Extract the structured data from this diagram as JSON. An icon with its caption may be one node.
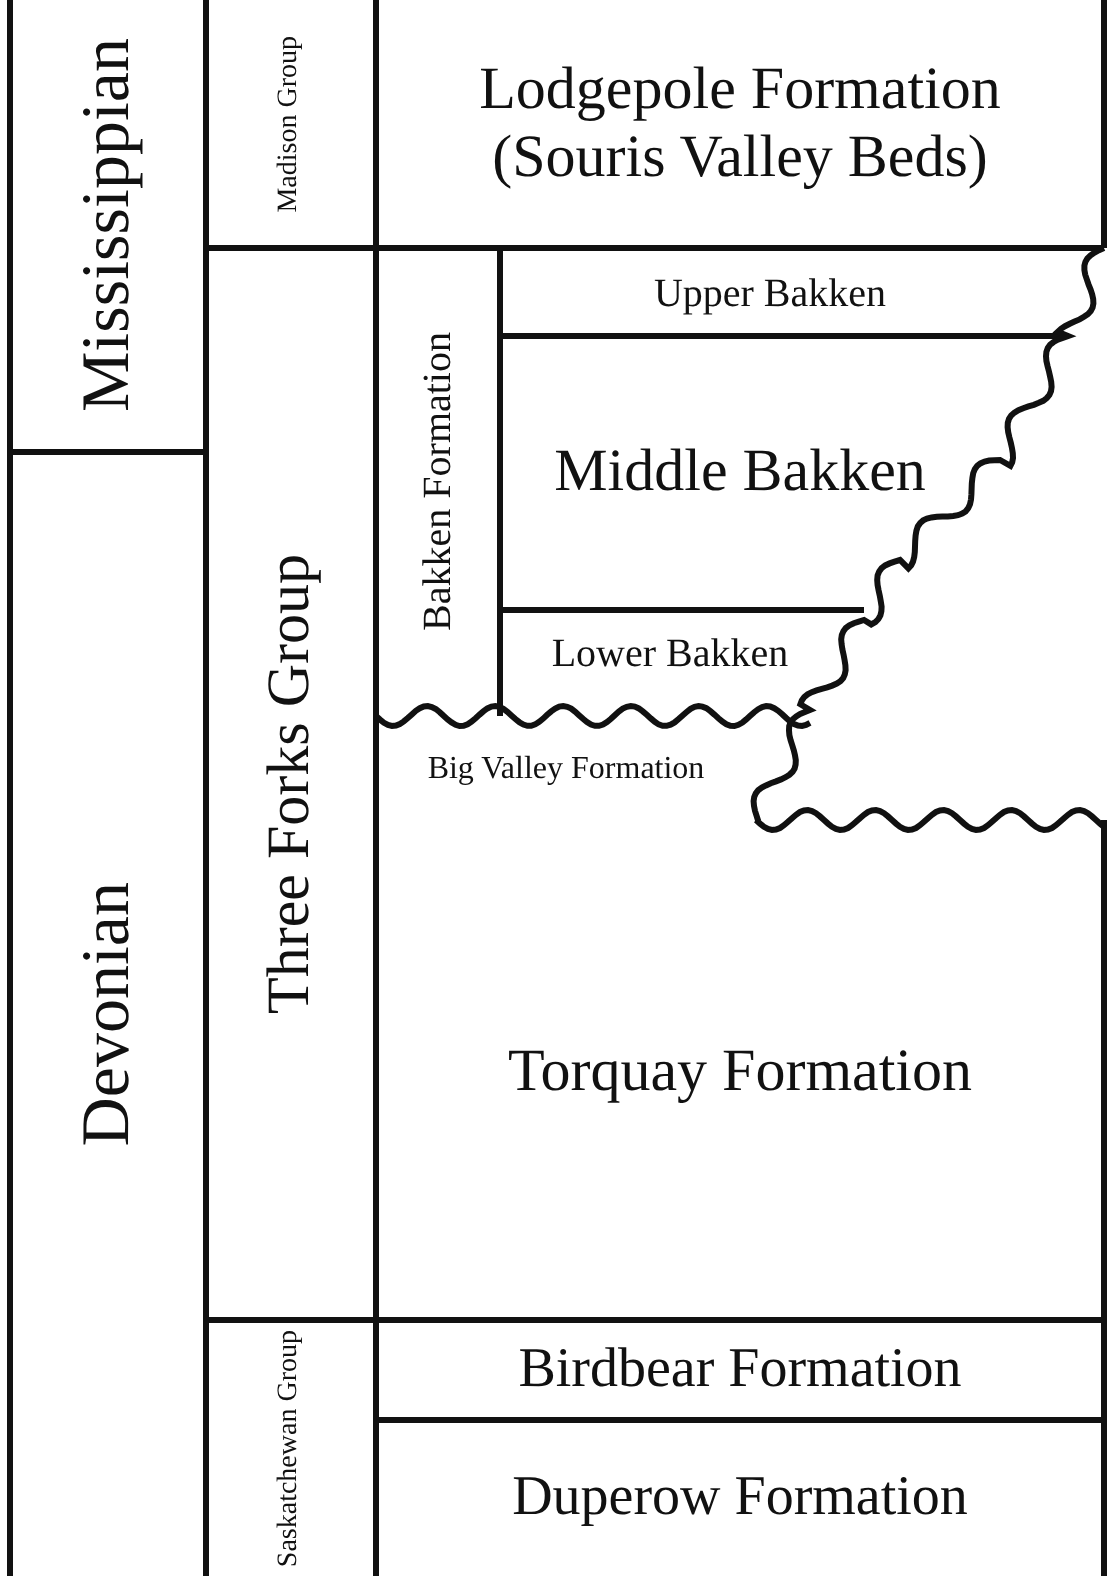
{
  "diagram": {
    "nodes": [
      {
        "text": [
          "Mississippian"
        ]
      },
      {
        "text": [
          "Devonian"
        ]
      },
      {
        "text": [
          "Madison Group"
        ]
      },
      {
        "text": [
          "Lodgepole Formation (Souris Valley Beds)"
        ]
      },
      {
        "text": [
          "Three Forks Group"
        ]
      },
      {
        "text": [
          "Bakken Formation"
        ]
      },
      {
        "text": [
          "Upper Bakken"
        ]
      },
      {
        "text": [
          "Middle Bakken"
        ]
      },
      {
        "text": [
          "Lower Bakken"
        ]
      },
      {
        "text": [
          "Big Valley Formation"
        ]
      },
      {
        "text": [
          "Torquay Formation"
        ]
      },
      {
        "text": [
          "Saskatchewan Group"
        ]
      },
      {
        "text": [
          "Birdbear Formation"
        ]
      },
      {
        "text": [
          "Duperow Formation"
        ]
      }
    ]
  }
}
